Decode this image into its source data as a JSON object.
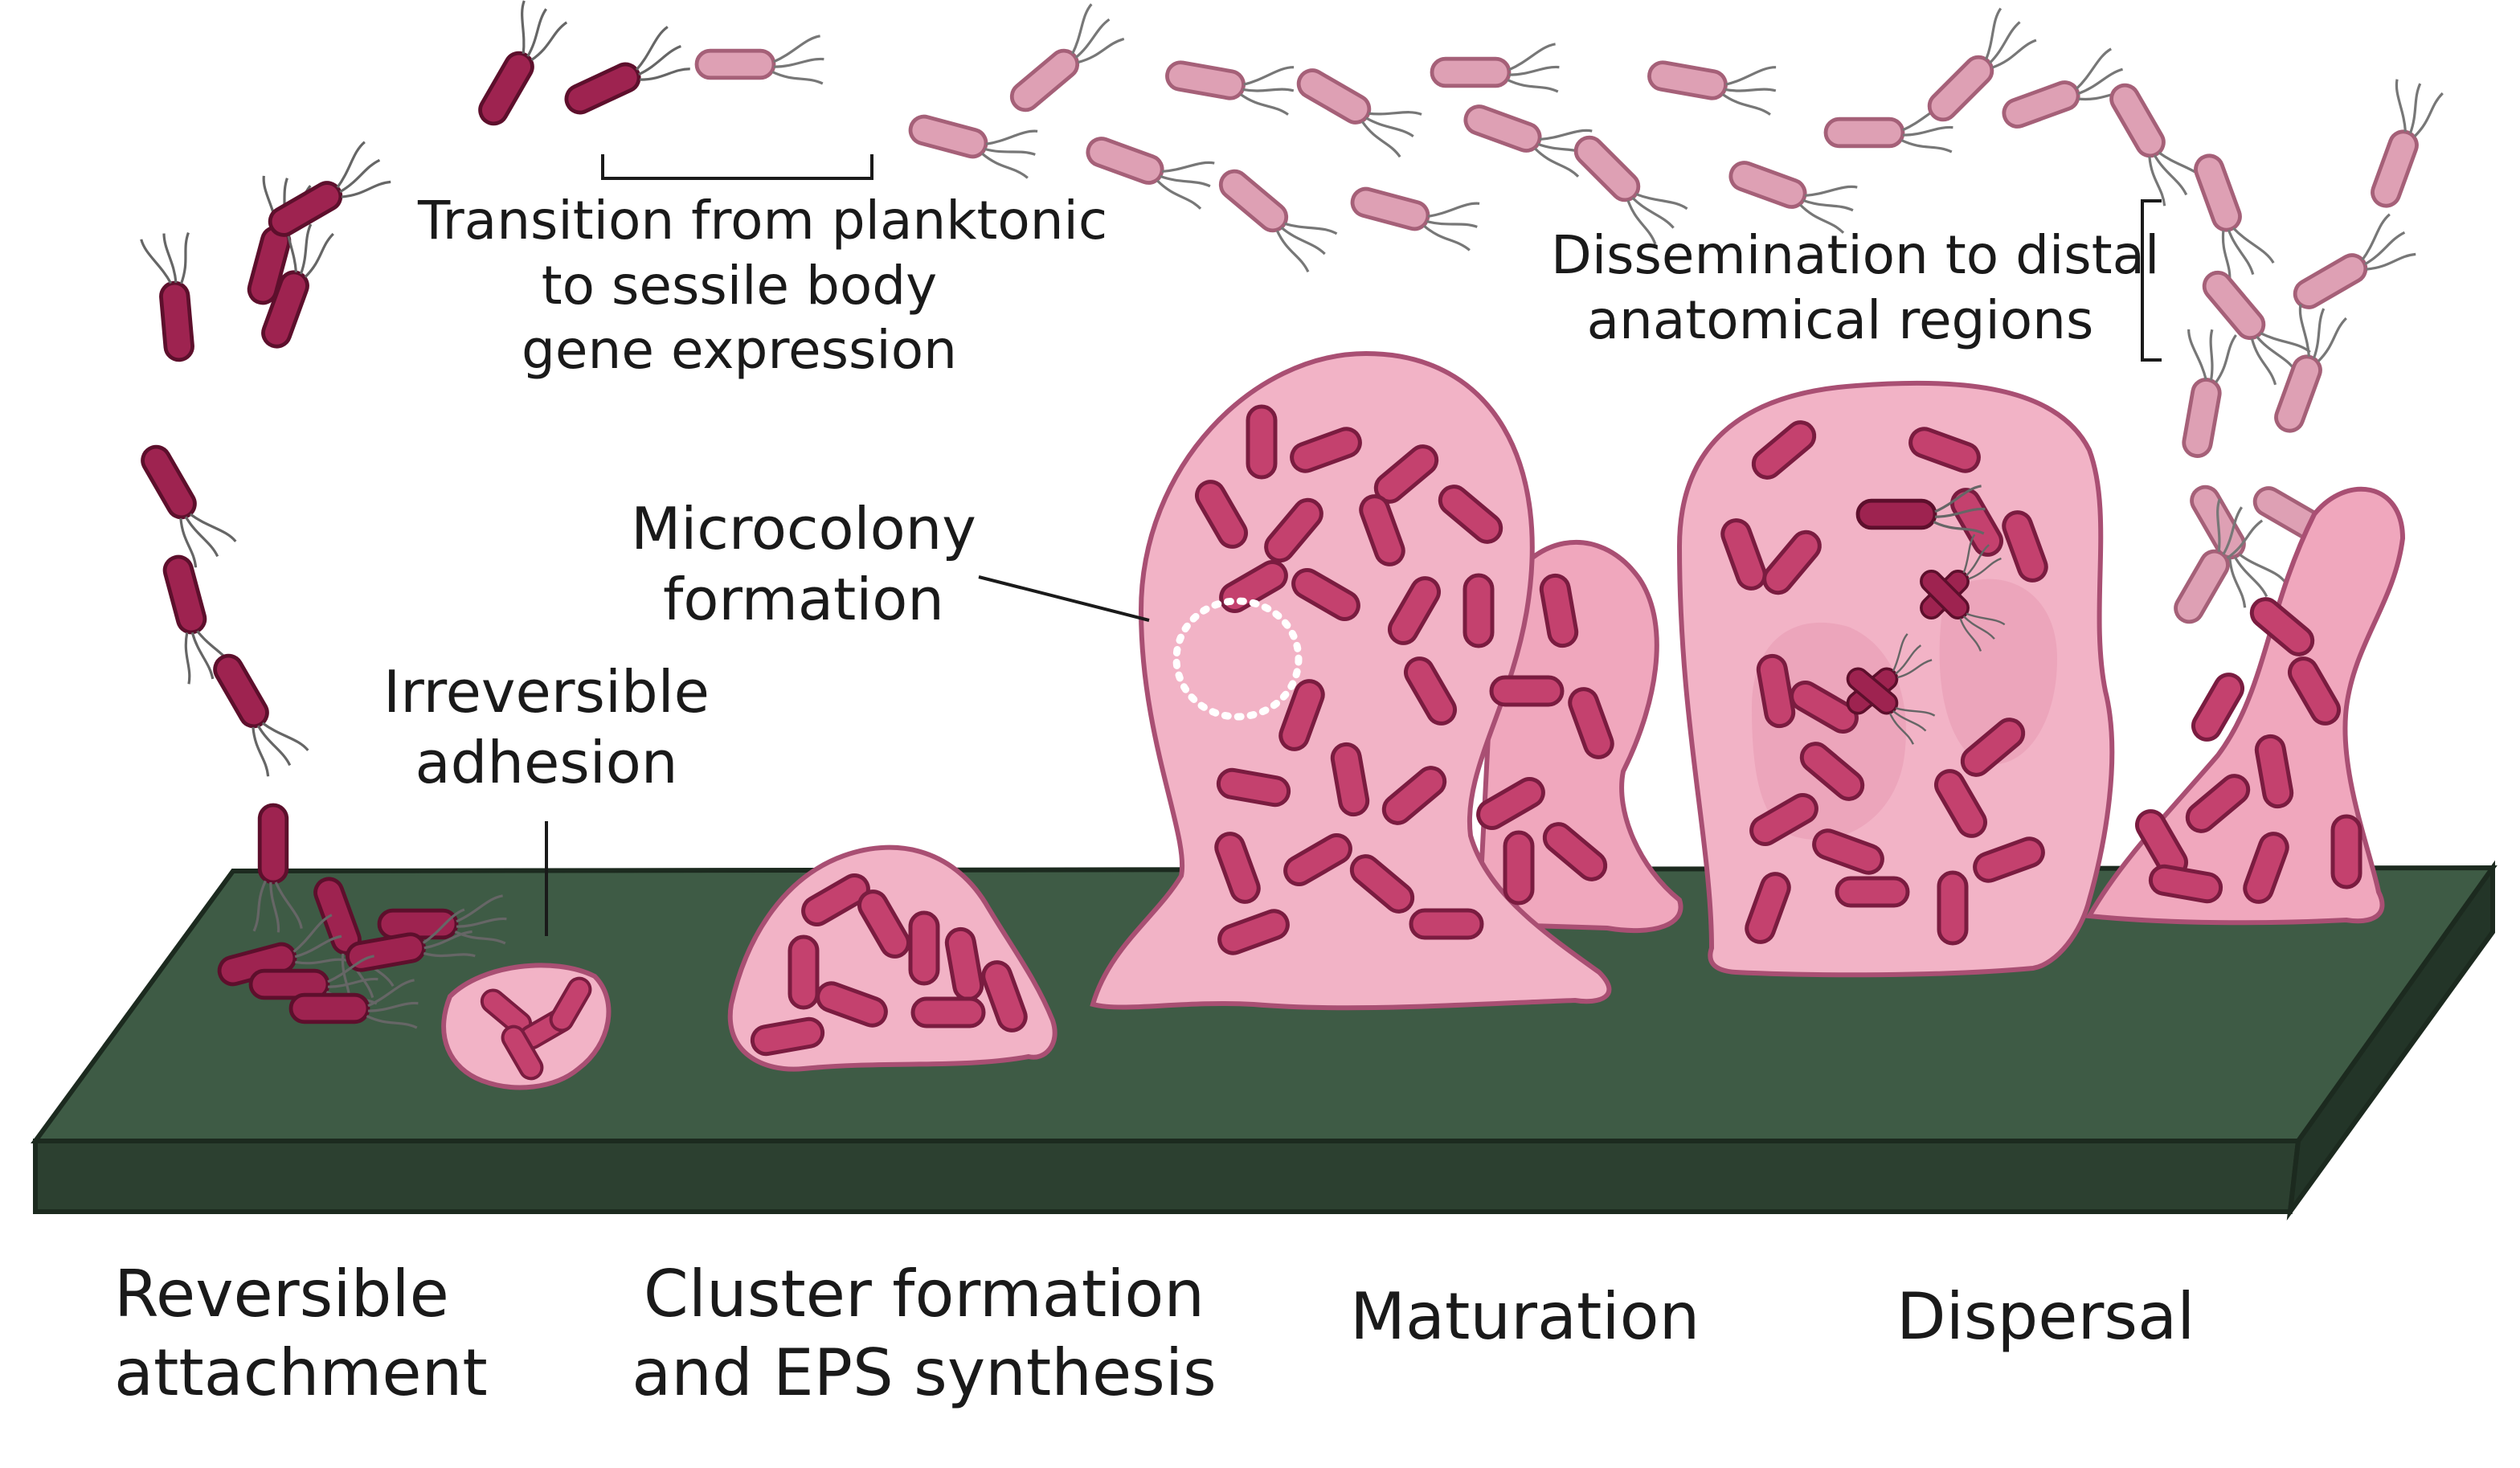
{
  "colors": {
    "surface_top": "#3e5b45",
    "surface_front": "#2c4030",
    "surface_side": "#233528",
    "matrix_fill": "#f2b3c6",
    "matrix_stroke": "#a94f73",
    "matrix_inner": "#e899b2",
    "bacterium_dark": "#9e2350",
    "bacterium_light": "#dea0b4",
    "bacterium_mid": "#c4416e",
    "flagella": "#6b6b6b"
  },
  "annotations": {
    "transition": [
      "Transition from planktonic",
      "to sessile body",
      "gene expression"
    ],
    "dissemination": [
      "Dissemination to distal",
      "anatomical regions"
    ],
    "microcolony": [
      "Microcolony",
      "formation"
    ],
    "irreversible": [
      "Irreversible",
      "adhesion"
    ]
  },
  "stages": [
    {
      "lines": [
        "Reversible",
        "attachment"
      ]
    },
    {
      "lines": [
        "Cluster formation",
        "and EPS synthesis"
      ]
    },
    {
      "lines": [
        "Maturation"
      ]
    },
    {
      "lines": [
        "Dispersal"
      ]
    }
  ]
}
